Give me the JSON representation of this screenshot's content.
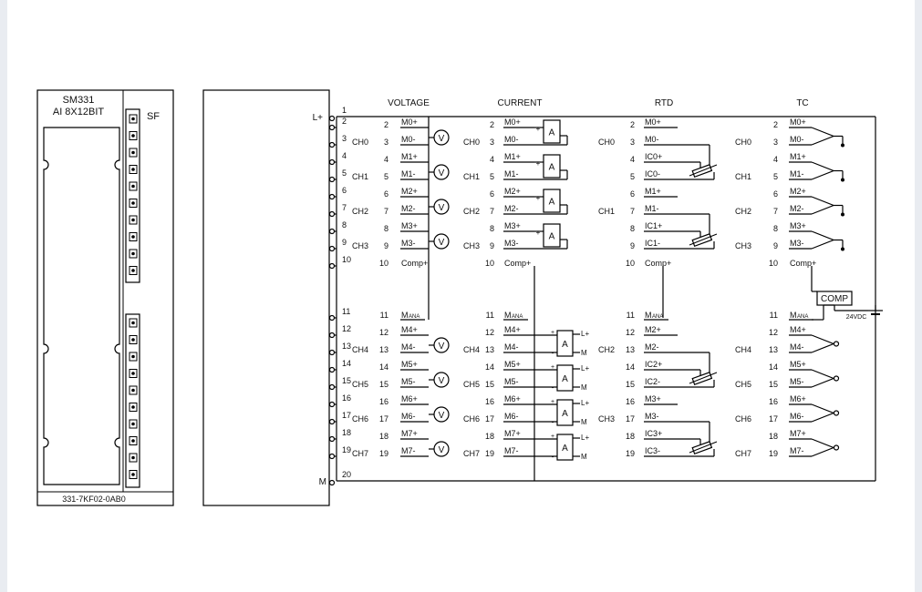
{
  "module": {
    "title": "SM331",
    "subtitle": "AI 8X12BIT",
    "sf_label": "SF",
    "part_number": "331-7KF02-0AB0"
  },
  "columns": {
    "voltage": "VOLTAGE",
    "current": "CURRENT",
    "rtd": "RTD",
    "tc": "TC"
  },
  "terminals": {
    "l_plus": "L+",
    "m": "M",
    "pins": [
      "1",
      "2",
      "3",
      "4",
      "5",
      "6",
      "7",
      "8",
      "9",
      "10",
      "11",
      "12",
      "13",
      "14",
      "15",
      "16",
      "17",
      "18",
      "19",
      "20"
    ],
    "channels": [
      "CH0",
      "CH1",
      "CH2",
      "CH3",
      "CH4",
      "CH5",
      "CH6",
      "CH7"
    ]
  },
  "signals": {
    "top": [
      "M0+",
      "M0-",
      "M1+",
      "M1-",
      "M2+",
      "M2-",
      "M3+",
      "M3-"
    ],
    "bottom": [
      "M4+",
      "M4-",
      "M5+",
      "M5-",
      "M6+",
      "M6-",
      "M7+",
      "M7-"
    ],
    "comp_plus": "Comp+",
    "mana_m": "M",
    "mana_sub": "ANA",
    "rtd_top": [
      "M0+",
      "M0-",
      "IC0+",
      "IC0-",
      "M1+",
      "M1-",
      "IC1+",
      "IC1-"
    ],
    "rtd_bottom": [
      "M2+",
      "M2-",
      "IC2+",
      "IC2-",
      "M3+",
      "M3-",
      "IC3+",
      "IC3-"
    ],
    "rtd_channels": [
      "CH0",
      "CH1",
      "CH2",
      "CH3"
    ]
  },
  "symbols": {
    "voltmeter": "V",
    "ammeter": "A",
    "transducer_lplus": "L+",
    "transducer_m": "M",
    "plus": "+",
    "minus": "-"
  },
  "comp": {
    "label": "COMP",
    "supply": "24VDC"
  }
}
